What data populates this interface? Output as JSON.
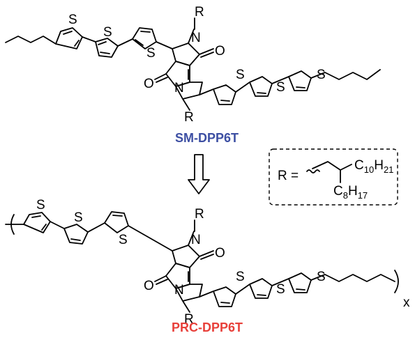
{
  "molecule_top": {
    "label": "SM-DPP6T",
    "label_color": "#3d4fa3",
    "atoms": {
      "sulfur": "S",
      "nitrogen": "N",
      "oxygen": "O",
      "substituent": "R"
    }
  },
  "substituent_box": {
    "r_label": "R =",
    "branch_1": "C",
    "branch_1_sub": "10",
    "branch_1_h": "H",
    "branch_1_hsub": "21",
    "branch_2": "C",
    "branch_2_sub": "8",
    "branch_2_h": "H",
    "branch_2_hsub": "17"
  },
  "molecule_bottom": {
    "label": "PRC-DPP6T",
    "label_color": "#e8403a",
    "repeat_subscript": "x"
  }
}
